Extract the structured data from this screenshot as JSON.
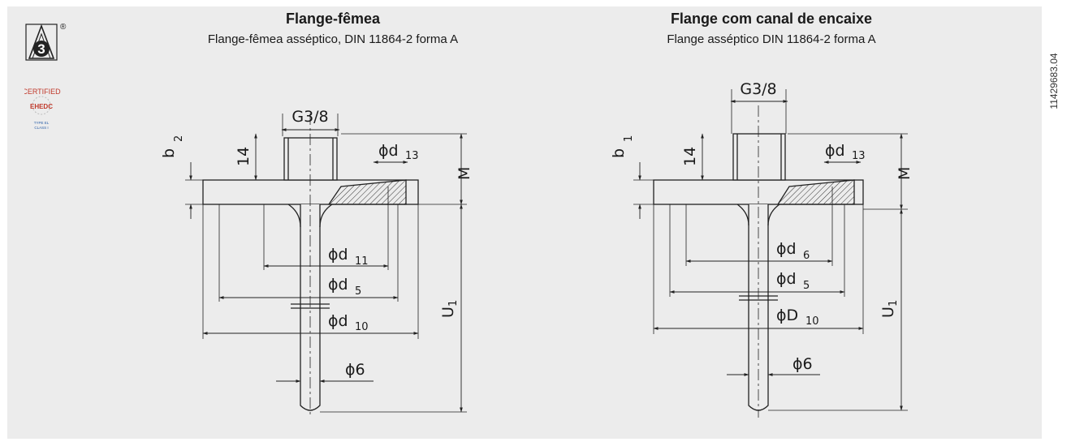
{
  "document_id": "11429683.04",
  "logos": {
    "a3_logo": {
      "registered_mark": "®"
    },
    "ehedc_logo": {
      "certified_text": "CERTIFIED",
      "brand_text": "EHEDC",
      "type_text": "TYPE EL",
      "class_text": "CLASS I"
    }
  },
  "panels": [
    {
      "title": "Flange-fêmea",
      "subtitle": "Flange-fêmea asséptico, DIN 11864-2 forma A",
      "labels": {
        "thread": "G3/8",
        "b": "b",
        "b_sub": "2",
        "h14": "14",
        "M": "M",
        "d13": "ϕd",
        "d13_sub": "13",
        "d11": "ϕd",
        "d11_sub": "11",
        "d5": "ϕd",
        "d5_sub": "5",
        "d10": "ϕd",
        "d10_sub": "10",
        "d6": "ϕ6",
        "U": "U",
        "U_sub": "1"
      }
    },
    {
      "title": "Flange com canal de encaixe",
      "subtitle": "Flange asséptico DIN 11864-2 forma A",
      "labels": {
        "thread": "G3/8",
        "b": "b",
        "b_sub": "1",
        "h14": "14",
        "M": "M",
        "d13": "ϕd",
        "d13_sub": "13",
        "d11": "ϕd",
        "d11_sub": "6",
        "d5": "ϕd",
        "d5_sub": "5",
        "d10": "ϕD",
        "d10_sub": "10",
        "d6": "ϕ6",
        "U": "U",
        "U_sub": "1"
      }
    }
  ]
}
